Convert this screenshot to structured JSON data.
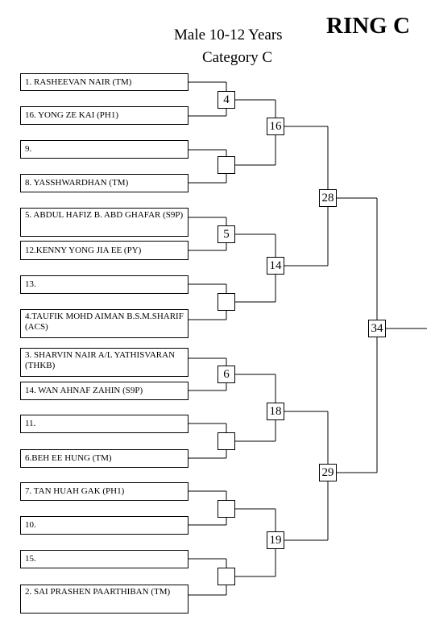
{
  "header": {
    "title_line1": "Male 10-12 Years",
    "title_line2": "Category C",
    "ring": "RING C"
  },
  "entries": [
    "1. RASHEEVAN NAIR (TM)",
    "16. YONG ZE KAI (PH1)",
    "9.",
    "8. YASSHWARDHAN (TM)",
    "5. ABDUL HAFIZ B. ABD GHAFAR (S9P)",
    "12.KENNY YONG JIA EE (PY)",
    "13.",
    "4.TAUFIK MOHD AIMAN B.S.M.SHARIF (ACS)",
    "3. SHARVIN NAIR A/L YATHISVARAN (THKB)",
    "14. WAN AHNAF ZAHIN (S9P)",
    "11.",
    "6.BEH EE HUNG (TM)",
    "7. TAN HUAH GAK (PH1)",
    "10.",
    "15.",
    "2. SAI PRASHEN PAARTHIBAN (TM)"
  ],
  "matches": {
    "round1": [
      "4",
      "",
      "5",
      "",
      "6",
      "",
      "",
      ""
    ],
    "round2": [
      "16",
      "14",
      "18",
      "19"
    ],
    "round3": [
      "28",
      "29"
    ],
    "final": [
      "34"
    ]
  }
}
